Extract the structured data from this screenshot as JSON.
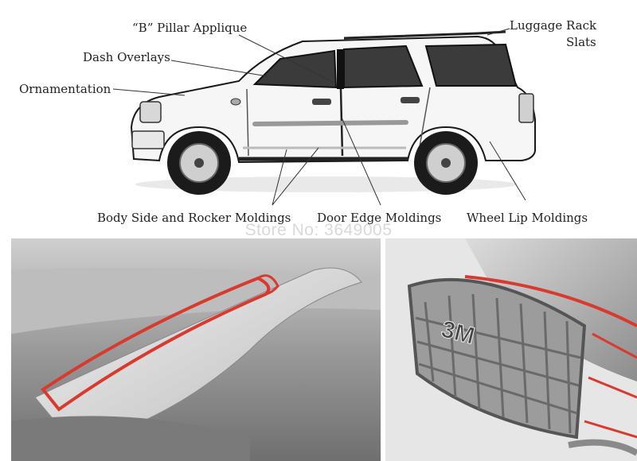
{
  "labels": {
    "b_pillar": "“B” Pillar Applique",
    "dash": "Dash Overlays",
    "ornamentation": "Ornamentation",
    "luggage_line1": "Luggage Rack",
    "luggage_line2": "Slats",
    "body_side": "Body Side and Rocker Moldings",
    "door_edge": "Door Edge Moldings",
    "wheel_lip": "Wheel Lip Moldings"
  },
  "watermark": "Store No: 3649005",
  "badge": "3M",
  "colors": {
    "tape": "#d83a2e",
    "leader": "#333333",
    "watermark": "#d9d9d9"
  }
}
